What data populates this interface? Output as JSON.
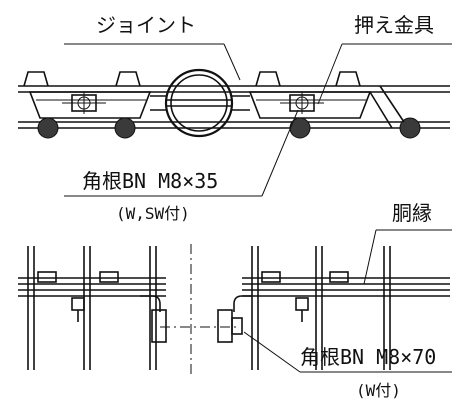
{
  "labels": {
    "joint": "ジョイント",
    "clamp": "押え金具",
    "bolt_top": "角根BN M8×35",
    "bolt_top_note": "(W,SW付)",
    "rim": "胴縁",
    "bolt_bottom": "角根BN M8×70",
    "bolt_bottom_note": "(W付)"
  },
  "colors": {
    "line": "#111111",
    "background": "#ffffff"
  }
}
